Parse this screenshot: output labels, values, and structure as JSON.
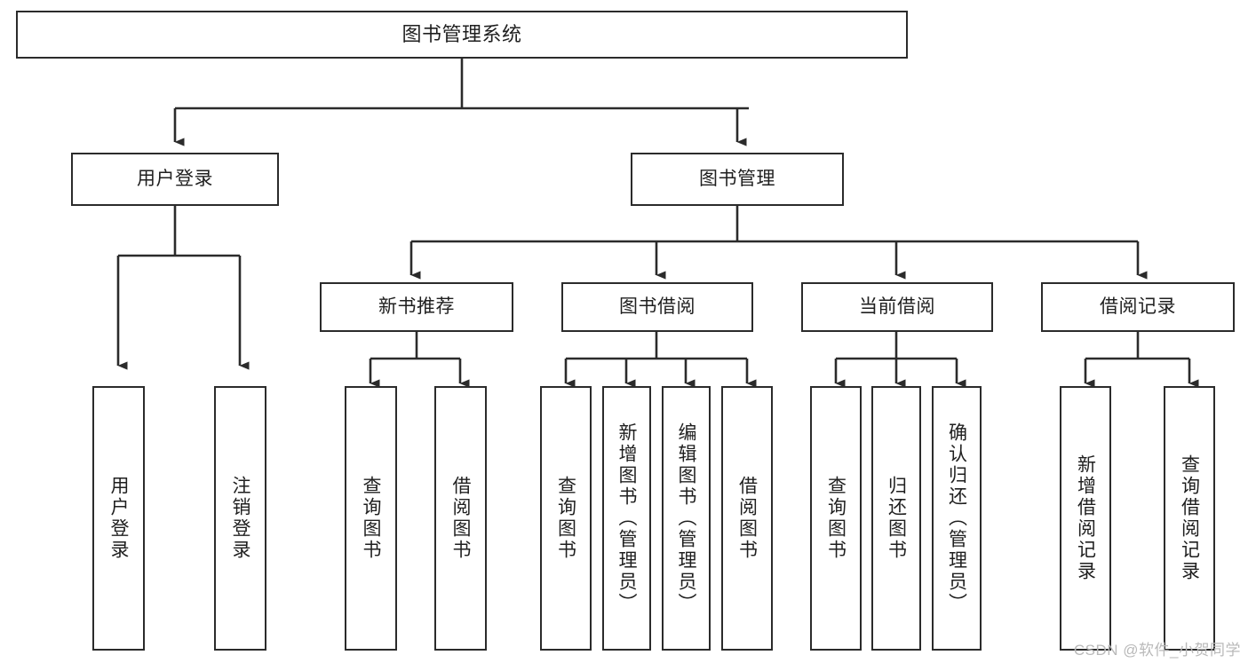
{
  "diagram": {
    "title": "图书管理系统",
    "type": "hierarchy-tree",
    "watermark": "CSDN @软件_小贺同学",
    "colors": {
      "stroke": "#2b2b2b",
      "box_fill": "#ffffff",
      "text": "#1f1f1f",
      "background": "#ffffff",
      "watermark": "#b9b9b9"
    },
    "root": {
      "label": "图书管理系统"
    },
    "level2": [
      {
        "label": "用户登录"
      },
      {
        "label": "图书管理"
      }
    ],
    "level3": [
      {
        "label": "新书推荐"
      },
      {
        "label": "图书借阅"
      },
      {
        "label": "当前借阅"
      },
      {
        "label": "借阅记录"
      }
    ],
    "leaves": {
      "user_login": [
        {
          "label": "用户登录"
        },
        {
          "label": "注销登录"
        }
      ],
      "new_book_recommend": [
        {
          "label": "查询图书"
        },
        {
          "label": "借阅图书"
        }
      ],
      "book_borrow": [
        {
          "label": "查询图书"
        },
        {
          "label": "新增图书（管理员）"
        },
        {
          "label": "编辑图书（管理员）"
        },
        {
          "label": "借阅图书"
        }
      ],
      "current_borrow": [
        {
          "label": "查询图书"
        },
        {
          "label": "归还图书"
        },
        {
          "label": "确认归还（管理员）"
        }
      ],
      "borrow_record": [
        {
          "label": "新增借阅记录"
        },
        {
          "label": "查询借阅记录"
        }
      ]
    }
  }
}
